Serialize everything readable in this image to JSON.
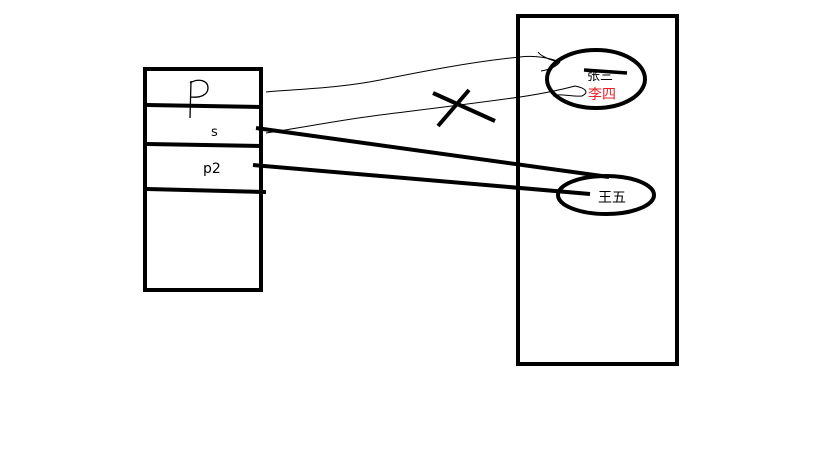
{
  "stack": {
    "p_label": "p",
    "s_label": "s",
    "p2_label": "p2"
  },
  "heap": {
    "name_old": "张三",
    "name_new": "李四",
    "name_other": "王五"
  },
  "colors": {
    "ink": "#000000",
    "highlight": "#e8202a",
    "background": "#ffffff"
  }
}
